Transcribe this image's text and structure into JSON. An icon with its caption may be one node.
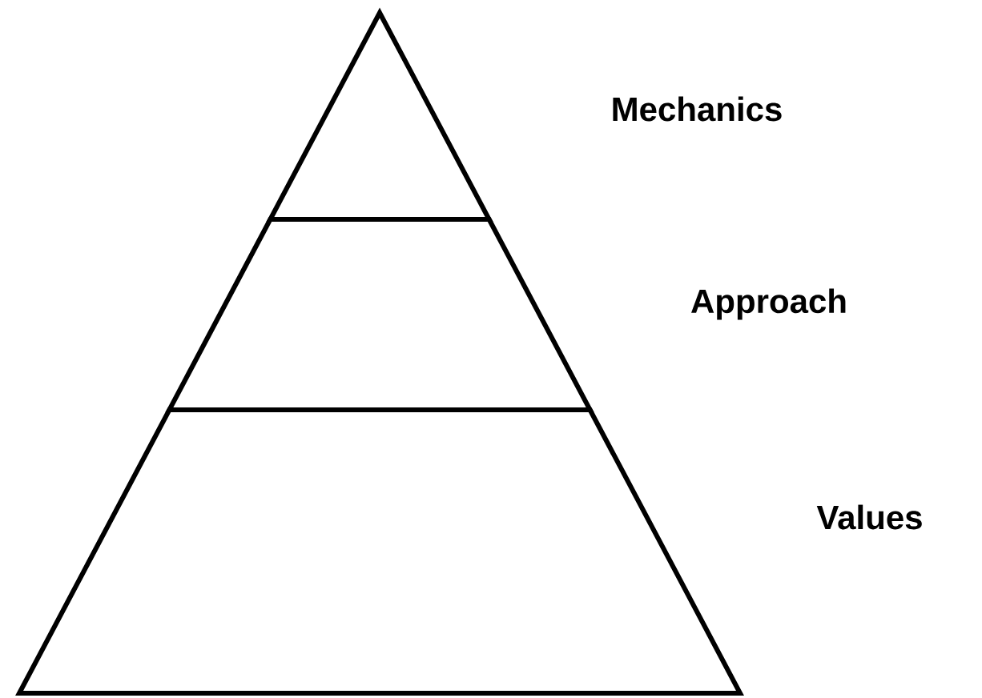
{
  "diagram": {
    "nodes": [
      {
        "text": [],
        "shape": "triangle",
        "beside": [
          "Mechanics"
        ]
      },
      {
        "text": [],
        "shape": "trapezoid",
        "beside": [
          "Approach"
        ]
      },
      {
        "text": [],
        "shape": "trapezoid",
        "beside": [
          "Values"
        ]
      }
    ]
  }
}
